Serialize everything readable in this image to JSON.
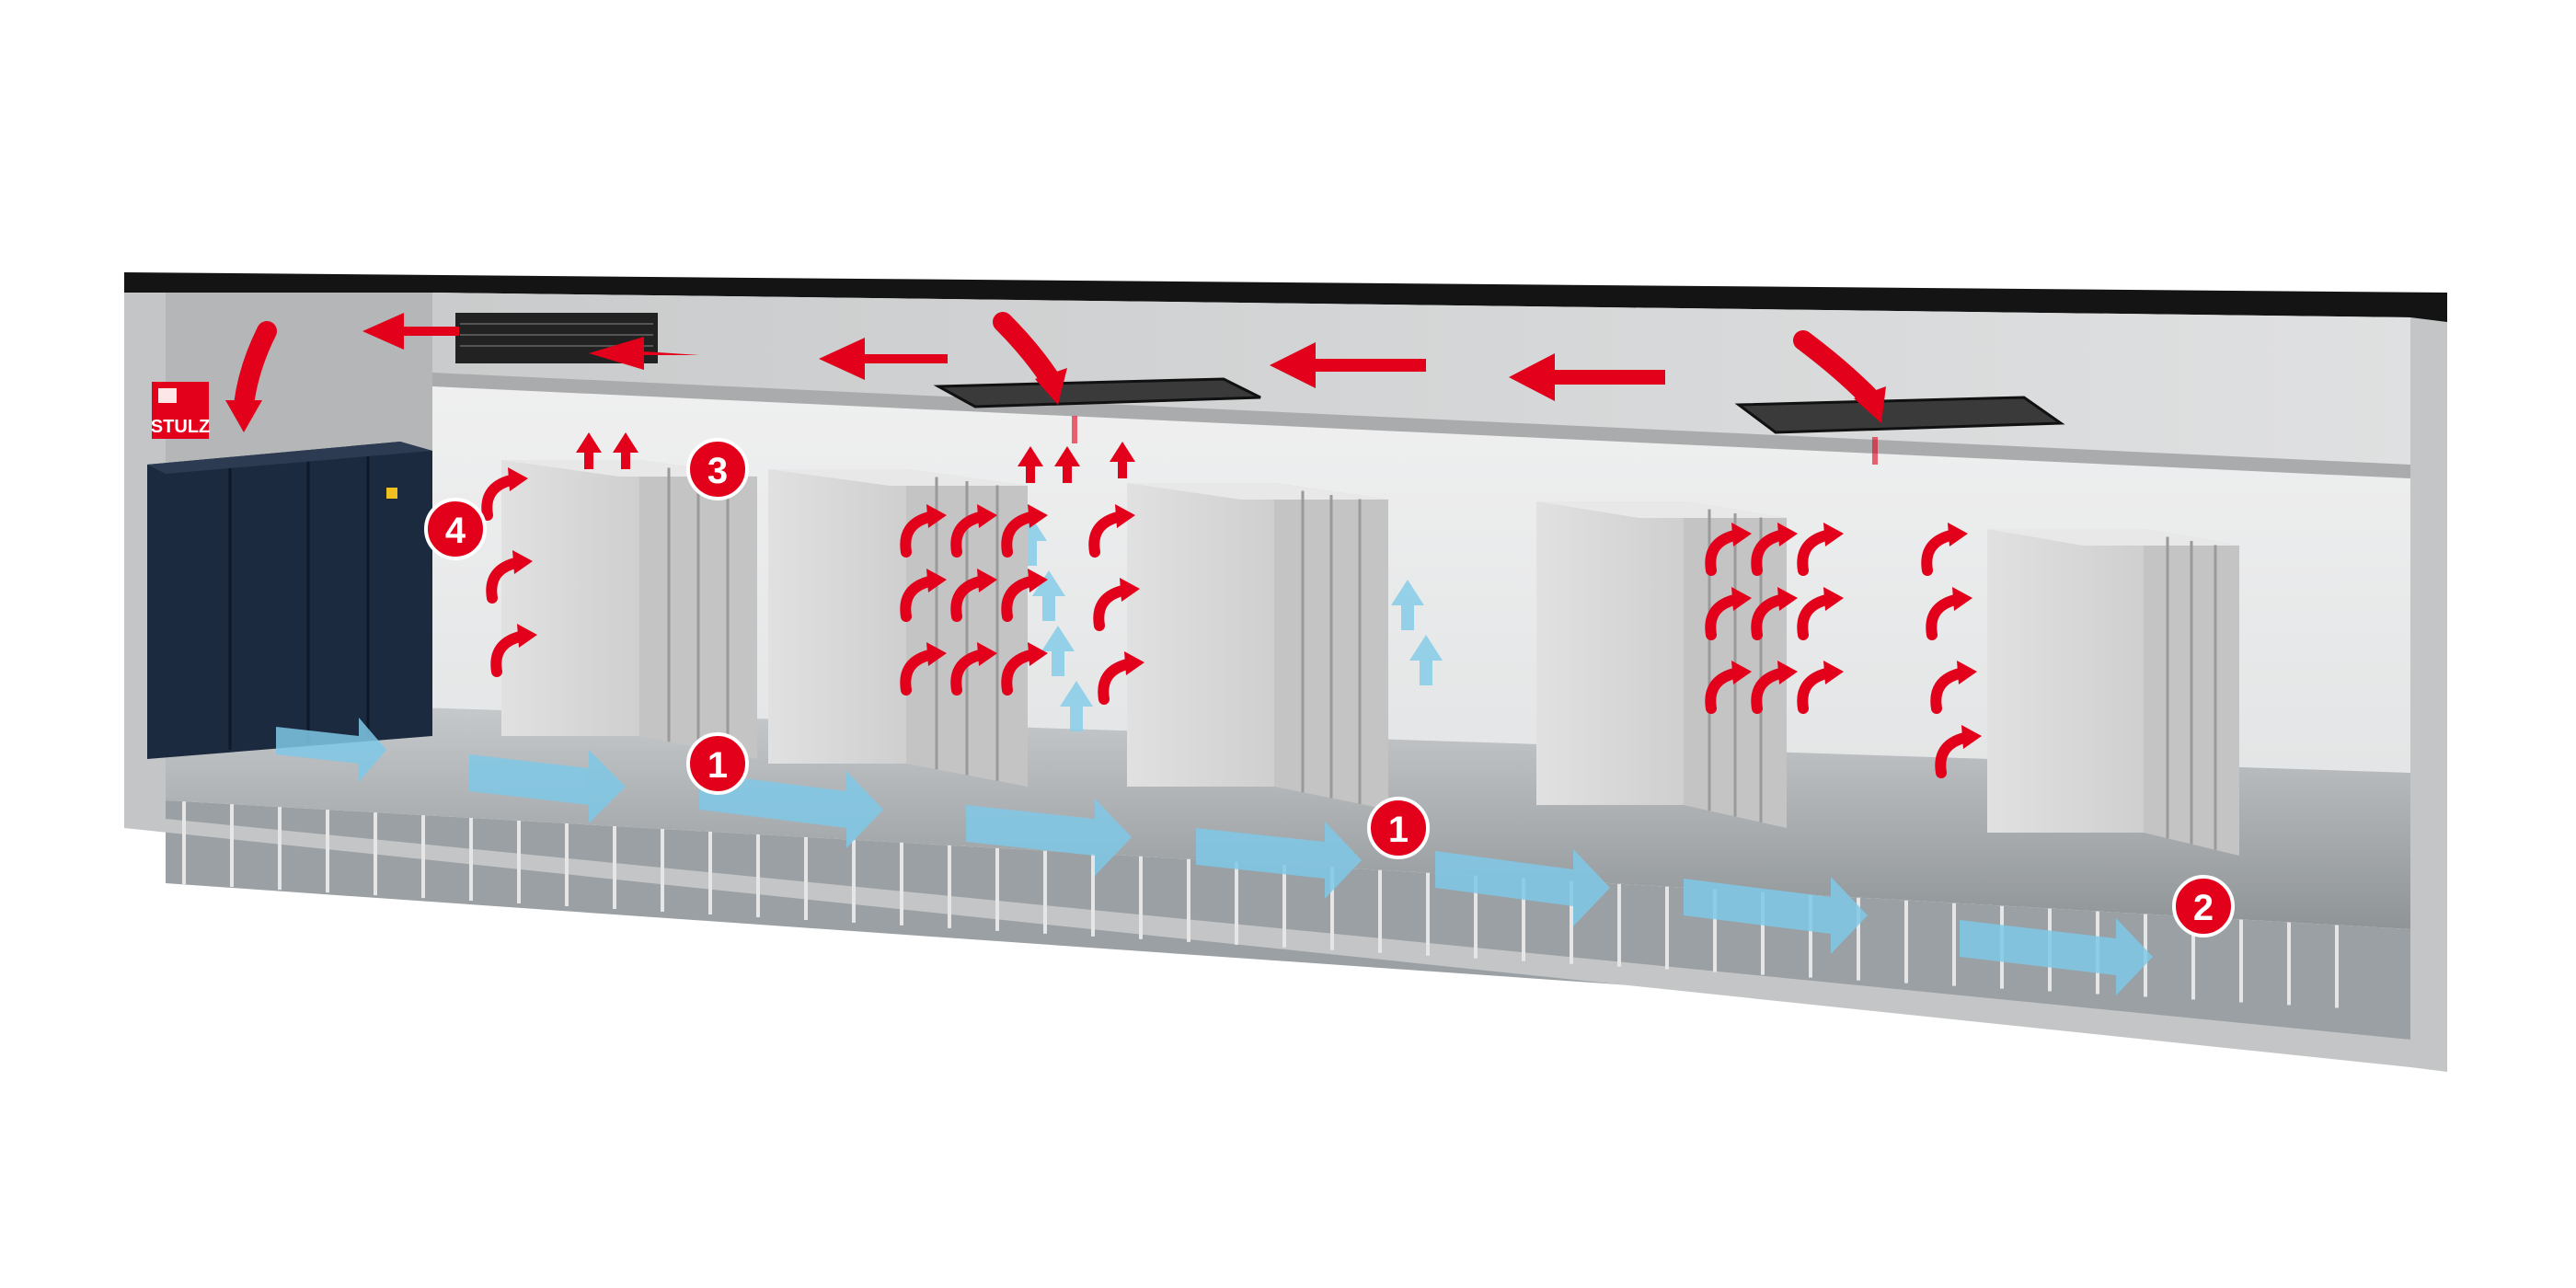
{
  "logo": {
    "text": "STULZ",
    "color": "#e2001a"
  },
  "markers": [
    {
      "id": "floor-outlet-a",
      "label": "1"
    },
    {
      "id": "floor-outlet-b",
      "label": "1"
    },
    {
      "id": "underfloor-fan",
      "label": "2"
    },
    {
      "id": "rack-cooler",
      "label": "3"
    },
    {
      "id": "wall-sensor",
      "label": "4"
    }
  ],
  "colors": {
    "hot_air": "#e2001a",
    "cold_air": "#7fc8e6",
    "marker": "#e2001a",
    "ceiling": "#1a1a1a",
    "rack": "#d6d6d6",
    "cooling_unit": "#1c2a3f"
  }
}
